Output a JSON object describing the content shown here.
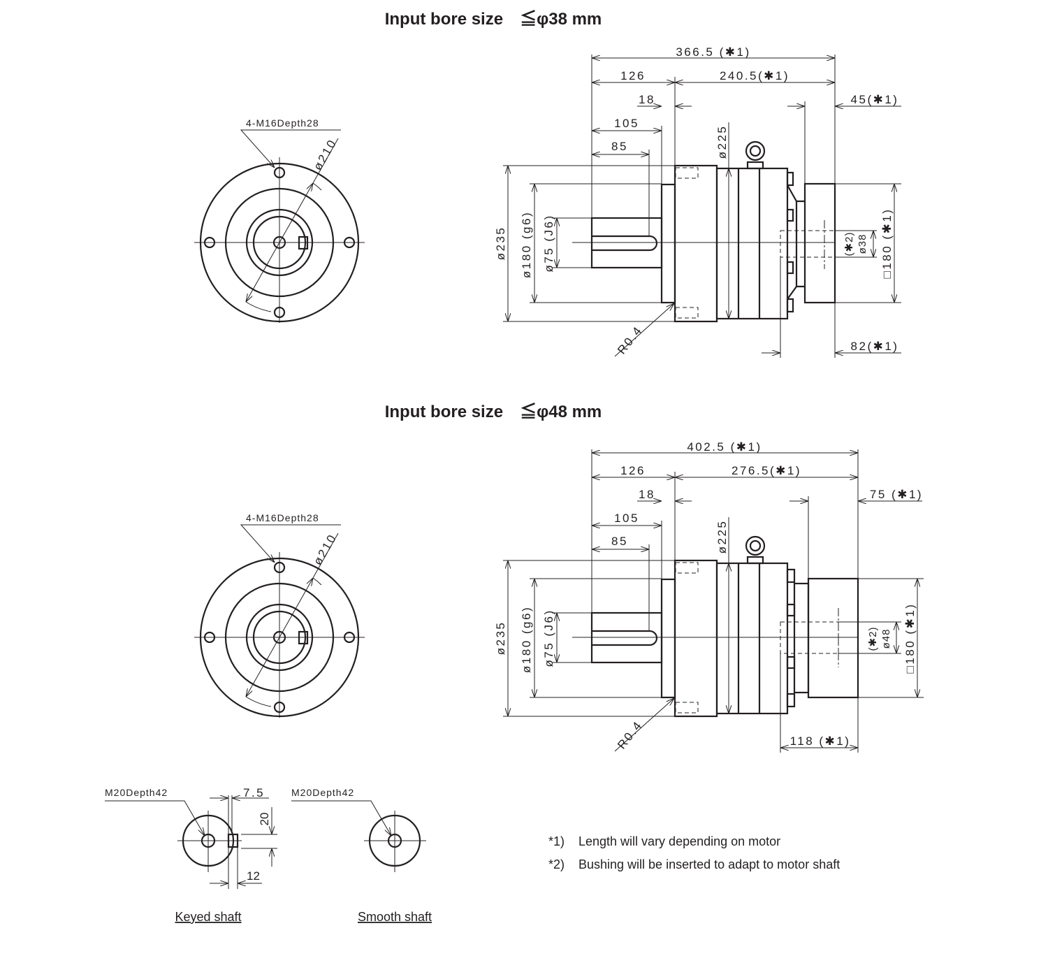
{
  "sections": [
    {
      "title": "Input bore size　≦φ38 mm",
      "front": {
        "bolts": "4-M16Depth28",
        "pcd": "ø210"
      },
      "side": {
        "overall": "366.5 (✱1)",
        "front_len": "126",
        "rear_len": "240.5(✱1)",
        "flange": "18",
        "shaft_len": "105",
        "key_len": "85",
        "body_dia": "ø225",
        "flange_dia": "ø235",
        "pilot_dia": "ø180 (g6)",
        "shaft_dia": "ø75 (J6)",
        "adapter_len": "45(✱1)",
        "bore_note": "(✱2)",
        "bore_dia": "ø38",
        "square": "□180 (✱1)",
        "bore_depth": "82(✱1)",
        "radius": "R0.4"
      }
    },
    {
      "title": "Input bore size　≦φ48 mm",
      "front": {
        "bolts": "4-M16Depth28",
        "pcd": "ø210"
      },
      "side": {
        "overall": "402.5 (✱1)",
        "front_len": "126",
        "rear_len": "276.5(✱1)",
        "flange": "18",
        "shaft_len": "105",
        "key_len": "85",
        "body_dia": "ø225",
        "flange_dia": "ø235",
        "pilot_dia": "ø180 (g6)",
        "shaft_dia": "ø75 (J6)",
        "adapter_len": "75 (✱1)",
        "bore_note": "(✱2)",
        "bore_dia": "ø48",
        "square": "□180 (✱1)",
        "bore_depth": "118 (✱1)",
        "radius": "R0.4"
      }
    }
  ],
  "shafts": {
    "keyed": {
      "tap": "M20Depth42",
      "key_width": "7.5",
      "key_height": "20",
      "key_offset": "12",
      "caption": "Keyed shaft"
    },
    "smooth": {
      "tap": "M20Depth42",
      "caption": "Smooth shaft"
    }
  },
  "notes": [
    {
      "mark": "*1)",
      "text": "Length will vary depending on motor"
    },
    {
      "mark": "*2)",
      "text": "Bushing will be inserted to adapt to motor shaft"
    }
  ]
}
